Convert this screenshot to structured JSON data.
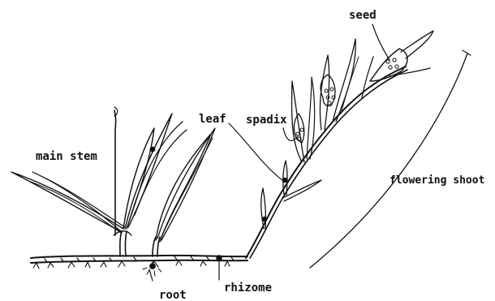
{
  "labels": {
    "seed": "seed",
    "leaf": "leaf",
    "spadix": "spadix",
    "main_stem": "main stem",
    "flowering_shoot": "flowering shoot",
    "rhizome": "rhizome",
    "root": "root"
  },
  "colors": {
    "ink": "#111111",
    "background": "#ffffff"
  }
}
